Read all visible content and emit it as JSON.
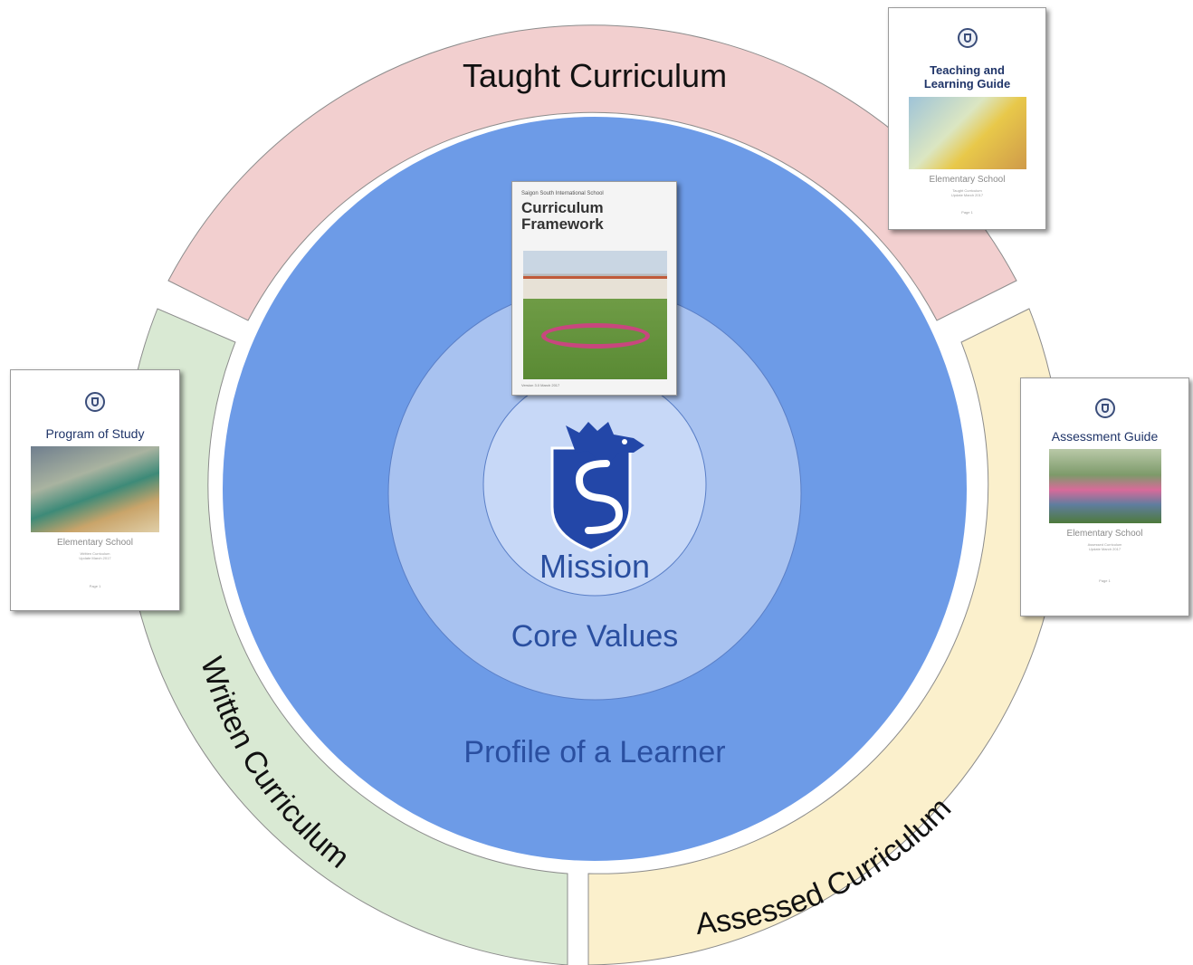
{
  "rings": {
    "taught": "Taught Curriculum",
    "written": "Written Curriculum",
    "assessed": "Assessed Curriculum"
  },
  "circles": {
    "profile": "Profile of a Learner",
    "core_values": "Core Values",
    "mission": "Mission"
  },
  "documents": {
    "framework": {
      "school": "Saigon South International School",
      "title_line1": "Curriculum",
      "title_line2": "Framework",
      "footer": "Version 3.0 March 2017"
    },
    "teaching": {
      "title_line1": "Teaching and",
      "title_line2": "Learning Guide",
      "subtitle": "Elementary School",
      "tiny1": "Taught Curriculum",
      "tiny2": "Update March 2017",
      "page": "Page 1"
    },
    "program": {
      "title": "Program of Study",
      "subtitle": "Elementary School",
      "tiny1": "Written Curriculum",
      "tiny2": "Update March 2017",
      "page": "Page 1"
    },
    "assessment": {
      "title": "Assessment Guide",
      "subtitle": "Elementary School",
      "tiny1": "Assessed Curriculum",
      "tiny2": "Update March 2017",
      "page": "Page 1"
    }
  },
  "colors": {
    "taught_ring": "#f2cfcf",
    "written_ring": "#d9e9d3",
    "assessed_ring": "#fbf0cc",
    "profile_circle": "#6d9be7",
    "core_values_circle": "#a8c2f0",
    "mission_circle": "#c7d8f7",
    "label_text": "#2a4fa0",
    "dragon": "#2347a8"
  },
  "icons": {
    "dragon_shield": "dragon-shield-logo"
  }
}
